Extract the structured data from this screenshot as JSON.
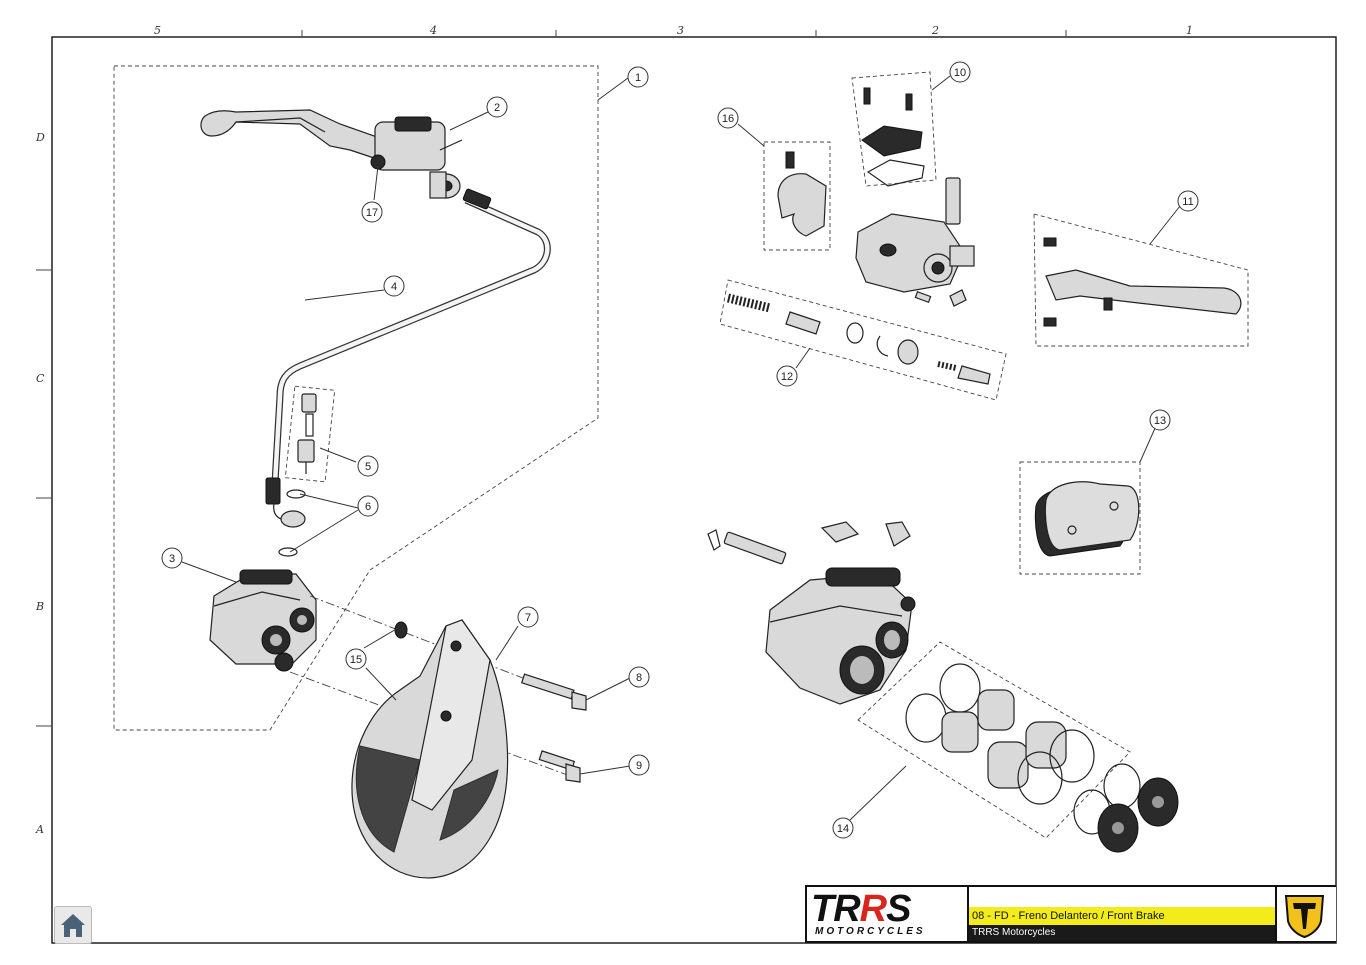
{
  "zones": {
    "columns": [
      "5",
      "4",
      "3",
      "2",
      "1"
    ],
    "rows": [
      "D",
      "C",
      "B",
      "A"
    ]
  },
  "callouts": [
    "1",
    "2",
    "3",
    "4",
    "5",
    "6",
    "7",
    "8",
    "9",
    "10",
    "11",
    "12",
    "13",
    "14",
    "15",
    "16",
    "17"
  ],
  "title_block": {
    "logo_text": "TRRS",
    "logo_subtext": "MOTORCYCLES",
    "title": "08 - FD - Freno Delantero / Front Brake",
    "company": "TRRS Motorcycles"
  },
  "colors": {
    "title_bar": "#f2ec1a",
    "company_bar": "#1a1a1a",
    "logo_accent": "#d9261c",
    "badge": "#f2c21a"
  },
  "icons": {
    "home": "home-icon",
    "badge": "trrs-shield-icon"
  }
}
